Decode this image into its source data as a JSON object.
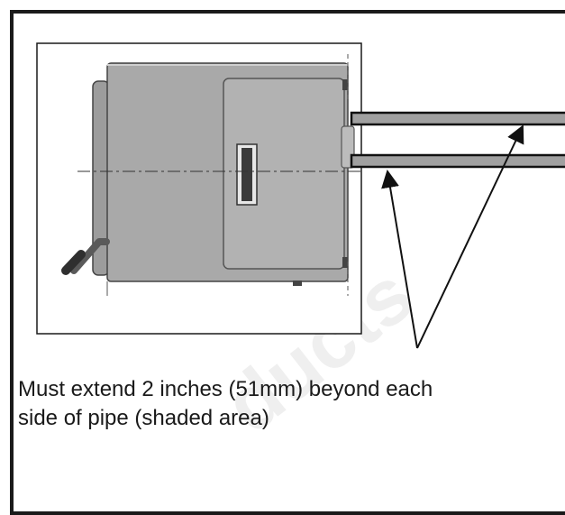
{
  "caption": {
    "line1": "Must extend 2 inches (51mm) beyond each",
    "line2": "side of pipe  (shaded area)"
  },
  "colors": {
    "frame": "#1a1a1a",
    "unit_body": "#a9a9a9",
    "unit_dark": "#5a5a5a",
    "pipe_fill": "#a0a0a0",
    "outline": "#222222"
  },
  "icons": [
    "water-heater-side-view",
    "pipe-shaded",
    "arrow-pointer"
  ],
  "watermark_text": "ducts"
}
